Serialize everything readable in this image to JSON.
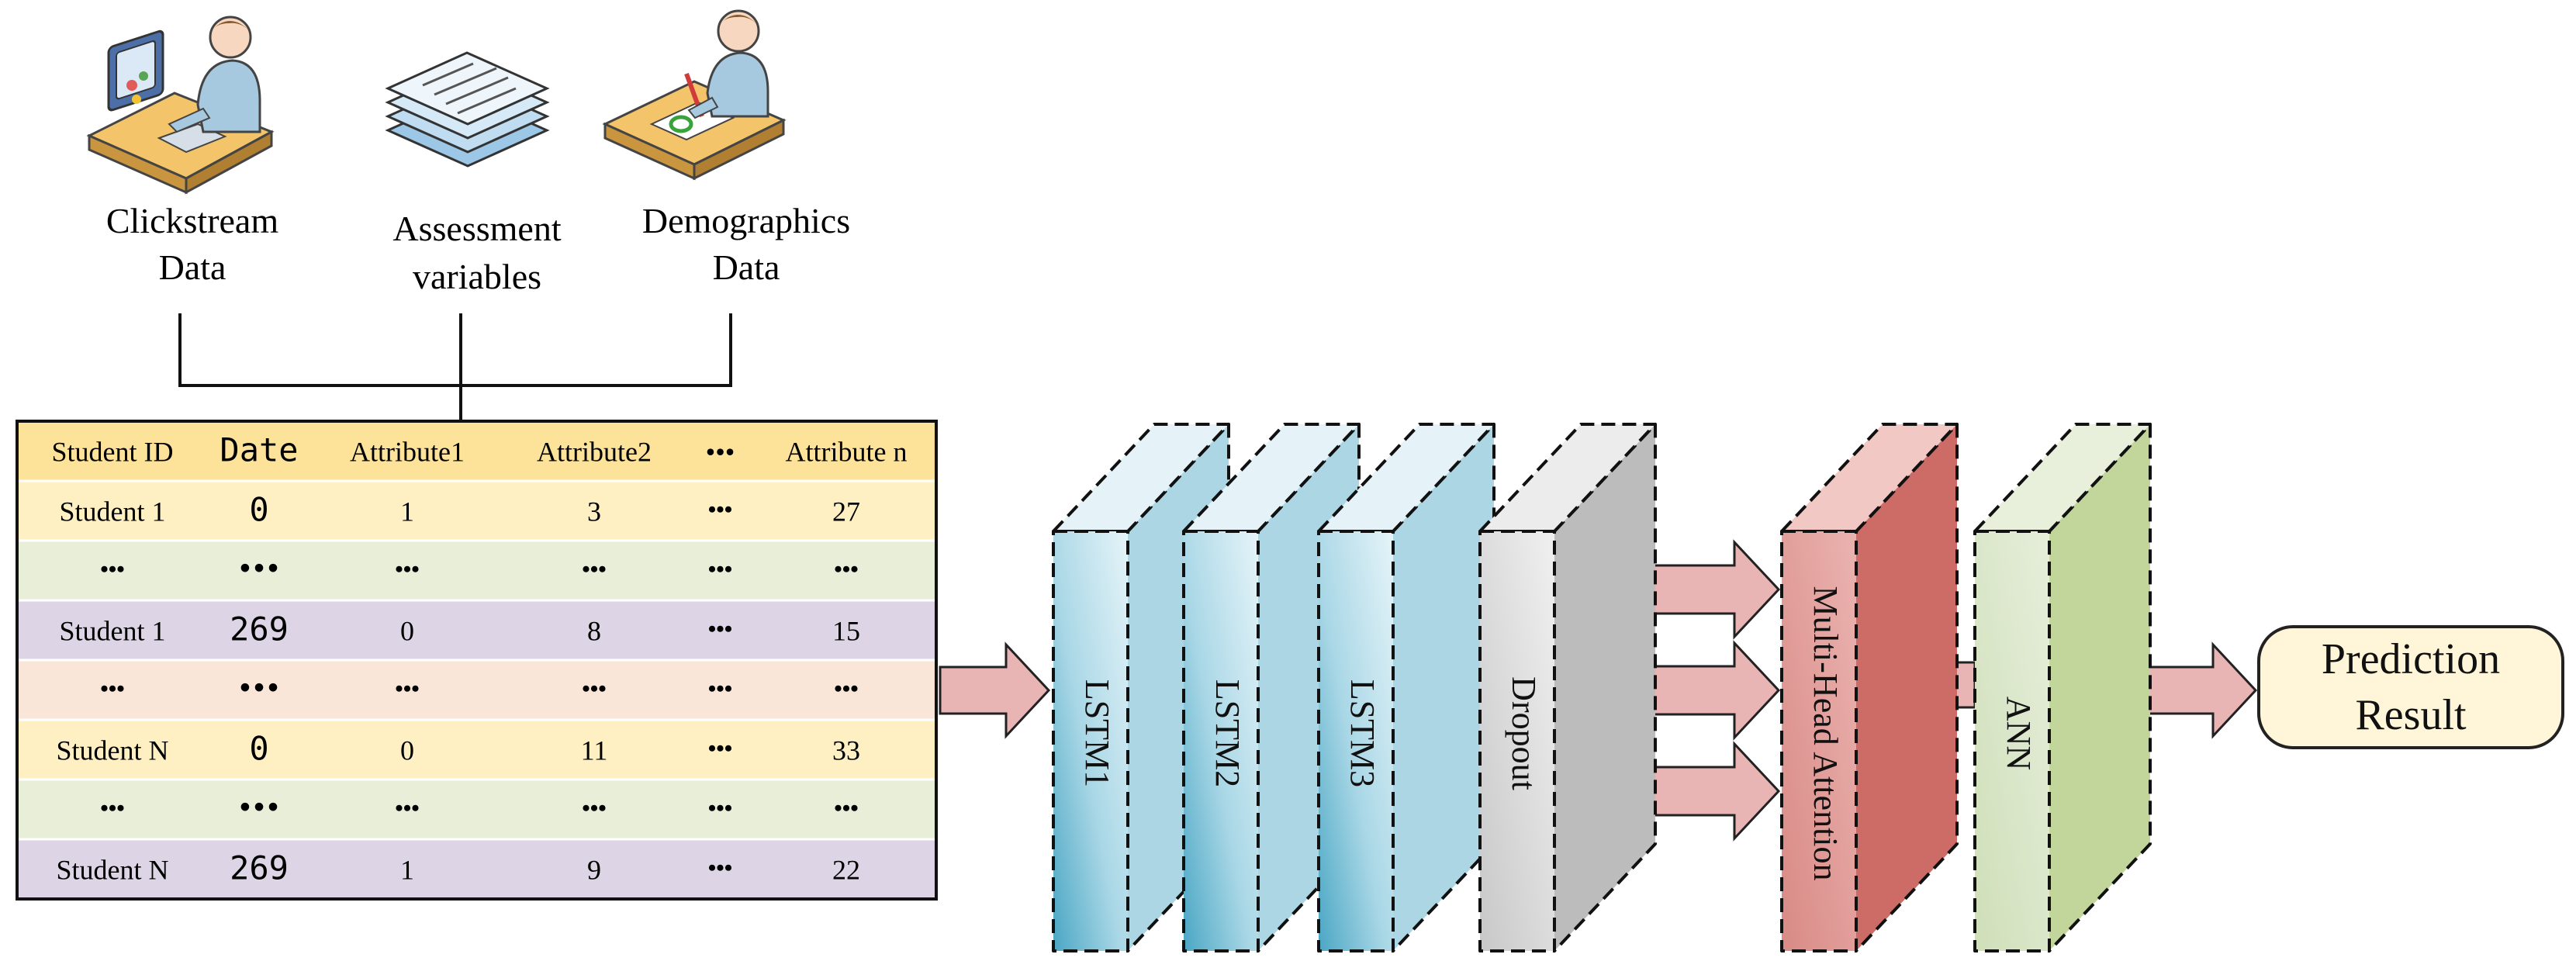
{
  "sources": {
    "clickstream": {
      "line1": "Clickstream",
      "line2": "Data"
    },
    "assessment": {
      "line1": "Assessment",
      "line2": "variables"
    },
    "demographics": {
      "line1": "Demographics",
      "line2": "Data"
    }
  },
  "table": {
    "headers": [
      "Student ID",
      "Date",
      "Attribute1",
      "Attribute2",
      "•••",
      "Attribute n"
    ],
    "rows": [
      [
        "Student 1",
        "0",
        "1",
        "3",
        "•••",
        "27"
      ],
      [
        "•••",
        "•••",
        "•••",
        "•••",
        "•••",
        "•••"
      ],
      [
        "Student 1",
        "269",
        "0",
        "8",
        "•••",
        "15"
      ],
      [
        "•••",
        "•••",
        "•••",
        "•••",
        "•••",
        "•••"
      ],
      [
        "Student N",
        "0",
        "0",
        "11",
        "•••",
        "33"
      ],
      [
        "•••",
        "•••",
        "•••",
        "•••",
        "•••",
        "•••"
      ],
      [
        "Student N",
        "269",
        "1",
        "9",
        "•••",
        "22"
      ]
    ]
  },
  "layers": [
    {
      "id": "lstm1",
      "label": "LSTM1"
    },
    {
      "id": "lstm2",
      "label": "LSTM2"
    },
    {
      "id": "lstm3",
      "label": "LSTM3"
    },
    {
      "id": "dropout",
      "label": "Dropout"
    },
    {
      "id": "mha",
      "label": "Multi-Head Attention"
    },
    {
      "id": "ann",
      "label": "ANN"
    }
  ],
  "result": {
    "line1": "Prediction",
    "line2": "Result"
  },
  "colors": {
    "header_row": "#fde29a",
    "row_yellow": "#fff0c4",
    "row_green": "#e9eed9",
    "row_purple": "#ddd5e6",
    "row_peach": "#fae6d8",
    "lstm_front": "#b3dbe8",
    "lstm_side": "#acd6e3",
    "lstm_top": "#e5f3f8",
    "dropout_front": "#dadada",
    "dropout_side": "#bcbcbc",
    "dropout_top": "#ececec",
    "mha_front": "#de9692",
    "mha_side": "#cd6c66",
    "mha_top": "#f2c8c5",
    "ann_front": "#d7e4c4",
    "ann_side": "#c2d69c",
    "ann_top": "#e8efdb",
    "arrow": "#e8b4b4",
    "result_fill": "#fff6d9"
  }
}
